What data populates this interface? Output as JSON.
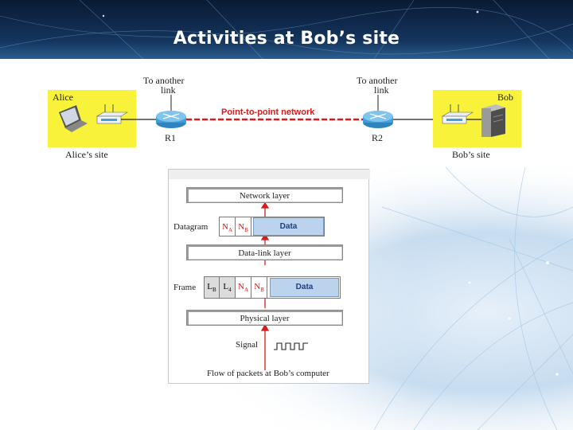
{
  "slide": {
    "title": "Activities at Bob’s site"
  },
  "network": {
    "alice_label": "Alice",
    "bob_label": "Bob",
    "alice_site": "Alice’s site",
    "bob_site": "Bob’s site",
    "link_label_left": [
      "To another",
      "link"
    ],
    "link_label_right": [
      "To another",
      "link"
    ],
    "network_label": "Point-to-point network",
    "router_left": "R1",
    "router_right": "R2",
    "colors": {
      "site": "#f8f23a",
      "link": "#d81b1b",
      "router": "#3fa0dc"
    }
  },
  "layers": {
    "network_layer": "Network layer",
    "datalink_layer": "Data-link layer",
    "physical_layer": "Physical layer",
    "datagram_label": "Datagram",
    "frame_label": "Frame",
    "signal_label": "Signal",
    "caption": "Flow of packets at Bob’s computer",
    "datagram": {
      "na": "N",
      "na_sub": "A",
      "nb": "N",
      "nb_sub": "B",
      "data": "Data"
    },
    "frame": {
      "lb": "L",
      "lb_sub": "B",
      "l4": "L",
      "l4_sub": "4",
      "na": "N",
      "na_sub": "A",
      "nb": "N",
      "nb_sub": "B",
      "data": "Data"
    }
  }
}
